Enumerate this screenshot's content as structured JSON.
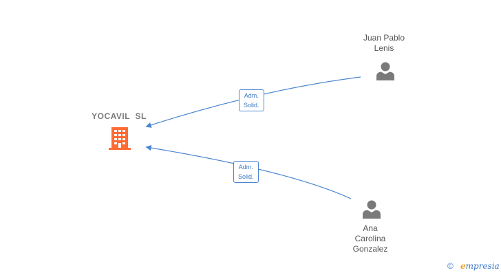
{
  "company": {
    "name": "YOCAVIL  SL",
    "icon": "building-icon",
    "color": "#ff6b35"
  },
  "people": [
    {
      "name_lines": [
        "Juan Pablo",
        "Lenis"
      ],
      "icon": "person-icon"
    },
    {
      "name_lines": [
        "Ana",
        "Carolina",
        "Gonzalez"
      ],
      "icon": "person-icon"
    }
  ],
  "edges": [
    {
      "from": "Juan Pablo Lenis",
      "to": "YOCAVIL  SL",
      "label_lines": [
        "Adm.",
        "Solid."
      ]
    },
    {
      "from": "Ana Carolina Gonzalez",
      "to": "YOCAVIL  SL",
      "label_lines": [
        "Adm.",
        "Solid."
      ]
    }
  ],
  "footer": {
    "copyright_symbol": "©",
    "brand_initial": "e",
    "brand_rest": "mpresia"
  },
  "colors": {
    "edge": "#4a86d0",
    "person": "#7a7a7a",
    "brand": "#3a77c4"
  }
}
